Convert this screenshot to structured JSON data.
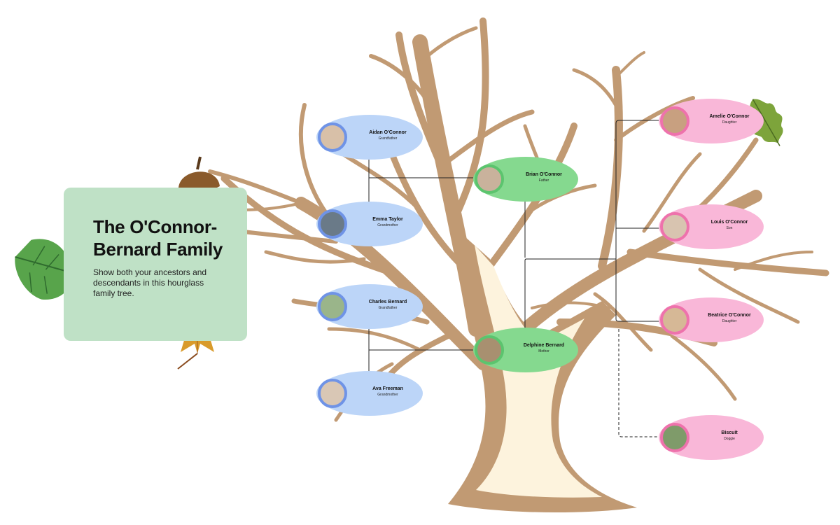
{
  "title": "The O'Connor-Bernard Family",
  "description": "Show both your ancestors and descendants in this hourglass family tree.",
  "people": {
    "aidan": {
      "name": "Aidan O'Connor",
      "role": "Grandfather"
    },
    "emma": {
      "name": "Emma Taylor",
      "role": "Grandmother"
    },
    "charles": {
      "name": "Charles Bernard",
      "role": "Grandfather"
    },
    "ava": {
      "name": "Ava Freeman",
      "role": "Grandmother"
    },
    "brian": {
      "name": "Brian O'Connor",
      "role": "Father"
    },
    "delphine": {
      "name": "Delphine Bernard",
      "role": "Mother"
    },
    "amelie": {
      "name": "Amelie O'Connor",
      "role": "Daughter"
    },
    "louis": {
      "name": "Louis O'Connor",
      "role": "Son"
    },
    "beatrice": {
      "name": "Beatrice O'Connor",
      "role": "Daughter"
    },
    "biscuit": {
      "name": "Biscuit",
      "role": "Doggie"
    }
  },
  "colors": {
    "trunk": "#c19a73",
    "trunk_inner": "#fdf3dd",
    "card": "#bfe1c6",
    "grandparents": "#bcd5f8",
    "parents": "#85d98f",
    "children": "#f9b7d8"
  },
  "icons": [
    "acorn-icon",
    "oak-leaf-icon",
    "maple-leaf-icon",
    "green-leaf-icon"
  ]
}
